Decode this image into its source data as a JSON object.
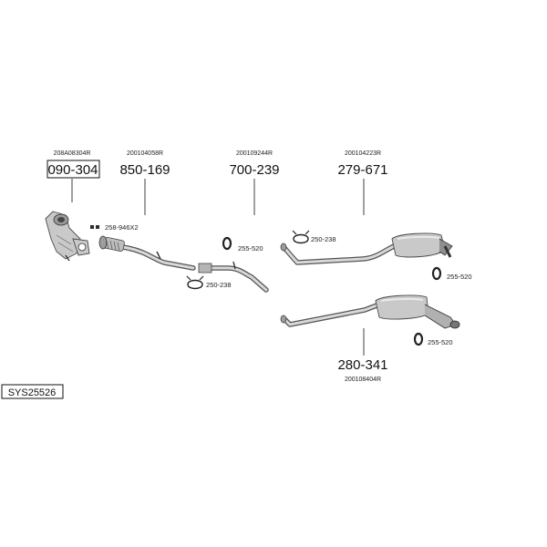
{
  "parts": [
    {
      "id": "catalyst",
      "ref": "208A08304R",
      "number": "090-304",
      "boxed": true
    },
    {
      "id": "front-pipe",
      "ref": "200104058R",
      "number": "850-169",
      "boxed": false
    },
    {
      "id": "intermediate-pipe",
      "ref": "200109244R",
      "number": "700-239",
      "boxed": false
    },
    {
      "id": "rear-silencer",
      "ref": "200104223R",
      "number": "279-671",
      "boxed": false
    },
    {
      "id": "rear-silencer-alt",
      "ref": "200108404R",
      "number": "280-341",
      "boxed": false
    }
  ],
  "accessories": [
    {
      "id": "gasket",
      "label": "258-946X2"
    },
    {
      "id": "hanger-1",
      "label": "255-520"
    },
    {
      "id": "clamp-1",
      "label": "250-238"
    },
    {
      "id": "clamp-2",
      "label": "250-238"
    },
    {
      "id": "hanger-2",
      "label": "255-520"
    },
    {
      "id": "hanger-3",
      "label": "255-520"
    }
  ],
  "system_code": "SYS25526"
}
